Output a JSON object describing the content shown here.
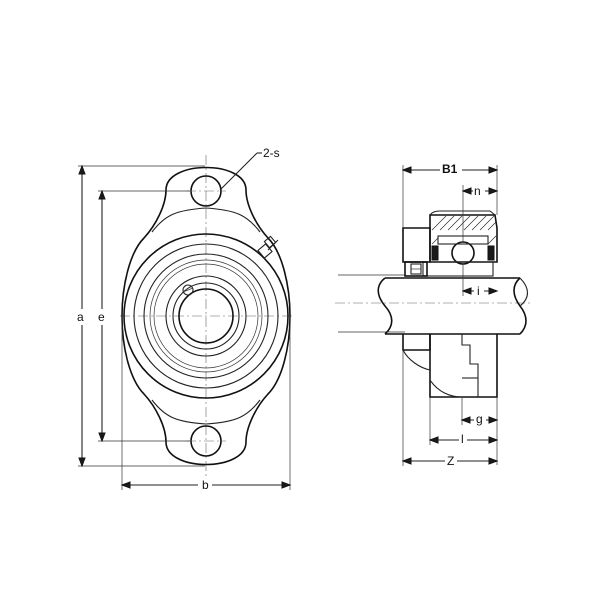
{
  "labels": {
    "bolt_holes": "2-s",
    "overall_height": "a",
    "bolt_spacing": "e",
    "width": "b",
    "flange_width": "B1",
    "dim_n": "n",
    "dim_i": "i",
    "dim_g": "g",
    "dim_l": "l",
    "overall_depth": "Z"
  }
}
